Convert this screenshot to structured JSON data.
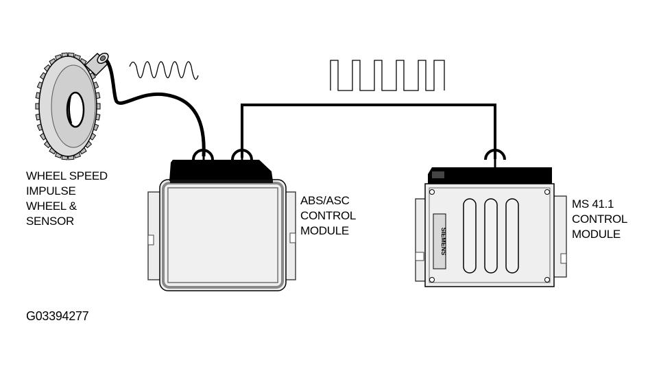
{
  "labels": {
    "wheel": [
      "WHEEL SPEED",
      "IMPULSE",
      "WHEEL &",
      "SENSOR"
    ],
    "abs": [
      "ABS/ASC",
      "CONTROL",
      "MODULE"
    ],
    "ms": [
      "MS 41.1",
      "CONTROL",
      "MODULE"
    ],
    "figure_id": "G03394277",
    "brand": "SIEMENS"
  },
  "colors": {
    "line": "#000000",
    "module_fill": "#eeeeee",
    "module_edge": "#777777",
    "background": "#ffffff"
  },
  "signals": [
    {
      "name": "sine-wave-signal"
    },
    {
      "name": "square-wave-signal"
    }
  ]
}
